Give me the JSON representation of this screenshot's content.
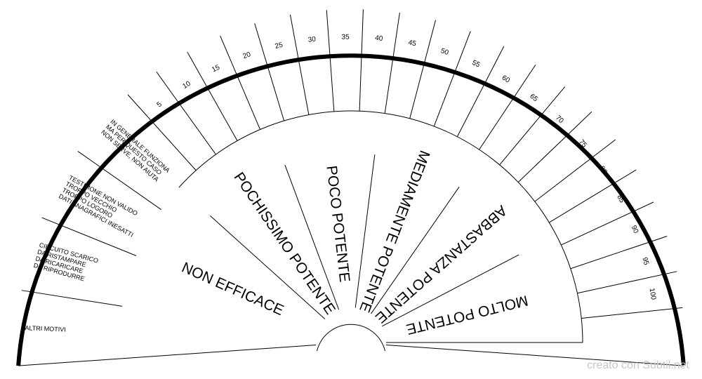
{
  "colors": {
    "outer_arc": "#000000",
    "lines": "#000000",
    "credit": "#c7c7c7"
  },
  "scale_labels": [
    "5",
    "10",
    "15",
    "20",
    "25",
    "30",
    "35",
    "40",
    "45",
    "50",
    "55",
    "60",
    "65",
    "70",
    "75",
    "80",
    "85",
    "90",
    "95",
    "100"
  ],
  "reason_labels": [
    {
      "name": "altri-motivi",
      "lines": [
        "ALTRI MOTIVI"
      ]
    },
    {
      "name": "circuito-scarico",
      "lines": [
        "CIRCUITO SCARICO",
        "DA RISTAMPARE",
        "DA RICARICARE",
        "DA RIPRODURRE"
      ]
    },
    {
      "name": "testimone-non-valido",
      "lines": [
        "TESTIMONE NON VALIDO",
        "TROPPO VECCHIO",
        "TROPPO LOGORO",
        "DATI ANAGRAFICI INESATTI"
      ]
    },
    {
      "name": "in-generale-funziona",
      "lines": [
        "IN GENERALE FUNZIONA",
        "MA PER QUESTO CASO",
        "NON SERVE, NON AIUTA"
      ]
    }
  ],
  "category_labels": [
    "NON EFFICACE",
    "POCHISSIMO POTENTE",
    "POCO POTENTE",
    "MEDIAMENTE POTENTE",
    "ABBASTANZA POTENTE",
    "MOLTO POTENTE"
  ],
  "credit": "creato con Subtil.net"
}
